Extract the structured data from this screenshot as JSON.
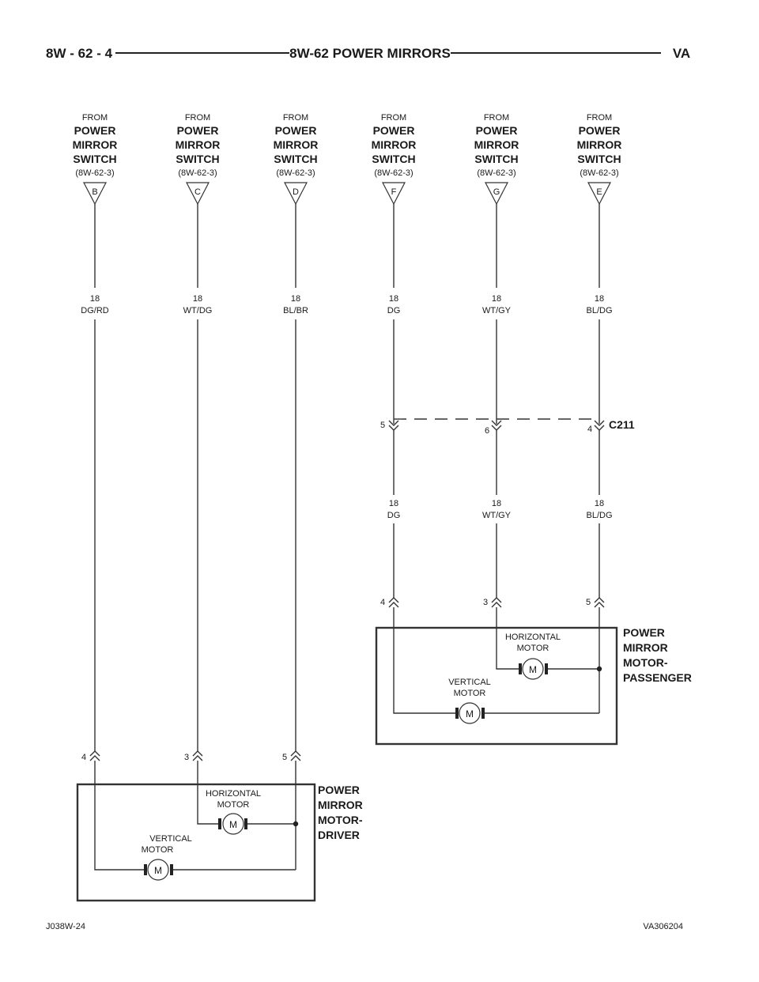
{
  "header": {
    "left": "8W - 62 - 4",
    "center": "8W-62 POWER MIRRORS",
    "right": "VA"
  },
  "sources": [
    {
      "from": "FROM",
      "lines": [
        "POWER",
        "MIRROR",
        "SWITCH"
      ],
      "ref": "(8W-62-3)",
      "pin": "B",
      "gauge": "18",
      "color": "DG/RD"
    },
    {
      "from": "FROM",
      "lines": [
        "POWER",
        "MIRROR",
        "SWITCH"
      ],
      "ref": "(8W-62-3)",
      "pin": "C",
      "gauge": "18",
      "color": "WT/DG"
    },
    {
      "from": "FROM",
      "lines": [
        "POWER",
        "MIRROR",
        "SWITCH"
      ],
      "ref": "(8W-62-3)",
      "pin": "D",
      "gauge": "18",
      "color": "BL/BR"
    },
    {
      "from": "FROM",
      "lines": [
        "POWER",
        "MIRROR",
        "SWITCH"
      ],
      "ref": "(8W-62-3)",
      "pin": "F",
      "gauge": "18",
      "color": "DG"
    },
    {
      "from": "FROM",
      "lines": [
        "POWER",
        "MIRROR",
        "SWITCH"
      ],
      "ref": "(8W-62-3)",
      "pin": "G",
      "gauge": "18",
      "color": "WT/GY"
    },
    {
      "from": "FROM",
      "lines": [
        "POWER",
        "MIRROR",
        "SWITCH"
      ],
      "ref": "(8W-62-3)",
      "pin": "E",
      "gauge": "18",
      "color": "BL/DG"
    }
  ],
  "connector_c211": {
    "name": "C211",
    "pins": [
      "5",
      "6",
      "4"
    ],
    "wires_below": [
      {
        "gauge": "18",
        "color": "DG"
      },
      {
        "gauge": "18",
        "color": "WT/GY"
      },
      {
        "gauge": "18",
        "color": "BL/DG"
      }
    ]
  },
  "passenger_motor": {
    "label": [
      "POWER",
      "MIRROR",
      "MOTOR-",
      "PASSENGER"
    ],
    "pins": [
      "4",
      "3",
      "5"
    ],
    "horizontal": [
      "HORIZONTAL",
      "MOTOR"
    ],
    "vertical": [
      "VERTICAL",
      "MOTOR"
    ],
    "motor_symbol": "M"
  },
  "driver_motor": {
    "label": [
      "POWER",
      "MIRROR",
      "MOTOR-",
      "DRIVER"
    ],
    "pins": [
      "4",
      "3",
      "5"
    ],
    "horizontal": [
      "HORIZONTAL",
      "MOTOR"
    ],
    "vertical": [
      "VERTICAL",
      "MOTOR"
    ],
    "motor_symbol": "M"
  },
  "footer": {
    "left": "J038W-24",
    "right": "VA306204"
  }
}
